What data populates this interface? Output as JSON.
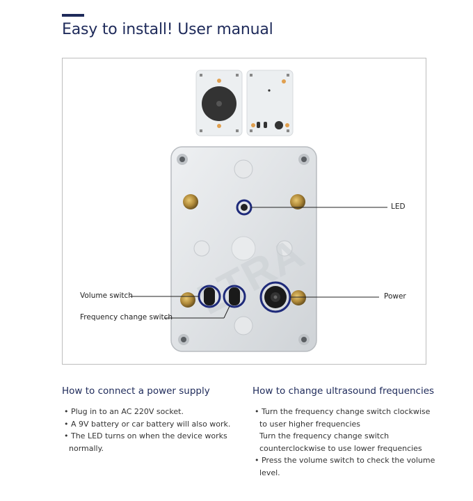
{
  "header": {
    "title": "Easy to install! User manual"
  },
  "figure": {
    "watermark": "LTRA",
    "callouts": {
      "led": "LED",
      "power": "Power",
      "volume": "Volume switch",
      "frequency": "Frequency change switch"
    }
  },
  "sections": [
    {
      "heading": "How to connect a power supply",
      "lines": [
        "• Plug in to an AC 220V socket.",
        "• A 9V battery or car battery will also work.",
        "• The LED turns on when the device works",
        "  normally."
      ]
    },
    {
      "heading": "How to change ultrasound frequencies",
      "lines": [
        "• Turn the frequency change switch clockwise",
        "  to user higher frequencies",
        "  Turn the frequency change switch",
        "  counterclockwise to use lower frequencies",
        "• Press the volume switch to check the volume",
        "  level."
      ]
    }
  ],
  "colors": {
    "accent": "#1e2a5a"
  }
}
